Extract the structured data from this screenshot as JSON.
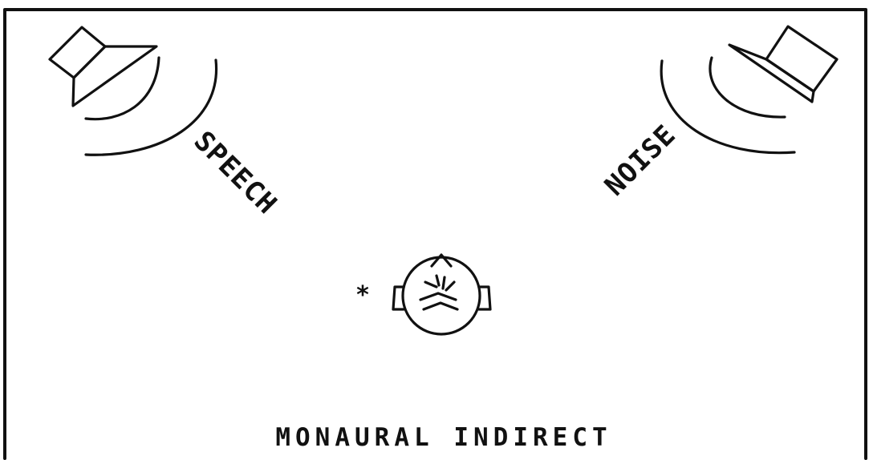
{
  "labels": {
    "speech": "SPEECH",
    "noise": "NOISE",
    "caption": "MONAURAL INDIRECT",
    "ear_marker": "*"
  },
  "icons": {
    "speech_speaker": "loudspeaker-icon",
    "noise_speaker": "loudspeaker-icon",
    "listener": "listener-head-icon"
  },
  "colors": {
    "ink": "#111111",
    "background": "#ffffff"
  }
}
